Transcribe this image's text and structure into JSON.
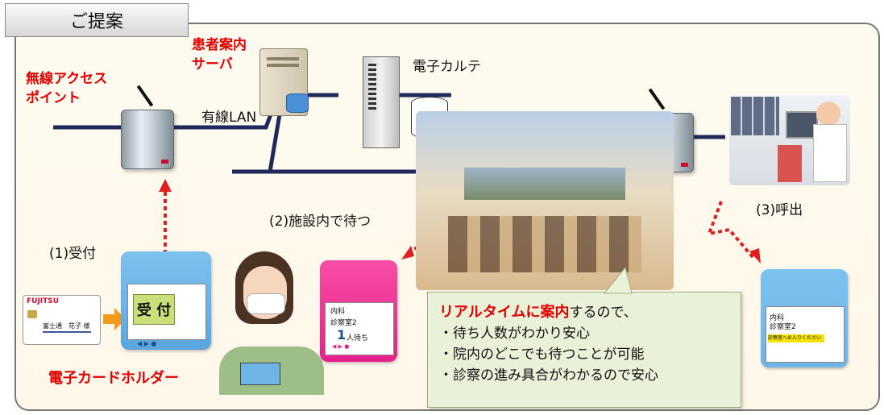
{
  "tab_title": "ご提案",
  "labels": {
    "access_point": [
      "無線アクセス",
      "ポイント"
    ],
    "patient_server": [
      "患者案内",
      "サーバ"
    ],
    "ehr": "電子カルテ",
    "wired_lan": "有線LAN",
    "step1": "(1)受付",
    "step2": "(2)施設内で待つ",
    "step3": "(3)呼出",
    "card_holder": "電子カードホルダー"
  },
  "id_card": {
    "brand": "FUJITSU",
    "name": "富士通　花子 様"
  },
  "reception_device": {
    "screen_text": "受 付"
  },
  "waiting_device": {
    "dept": "内科",
    "room": "診察室2",
    "count": "1",
    "count_suffix": "人待ち"
  },
  "call_device": {
    "dept": "内科",
    "room": "診察室2",
    "message": "診察室へお入りください"
  },
  "info_box": {
    "highlight": "リアルタイムに案内",
    "rest": "するので、",
    "bullets": [
      "・待ち人数がわかり安心",
      "・院内のどこでも待つことが可能",
      "・診察の進み具合がわかるので安心"
    ]
  },
  "colors": {
    "network_line": "#1f2a5a",
    "accent_red": "#e00000",
    "arrow": "#e02020",
    "device_blue": "#6fb4e6",
    "device_pink": "#e91e8c",
    "info_bg": "#e9f1d9"
  }
}
